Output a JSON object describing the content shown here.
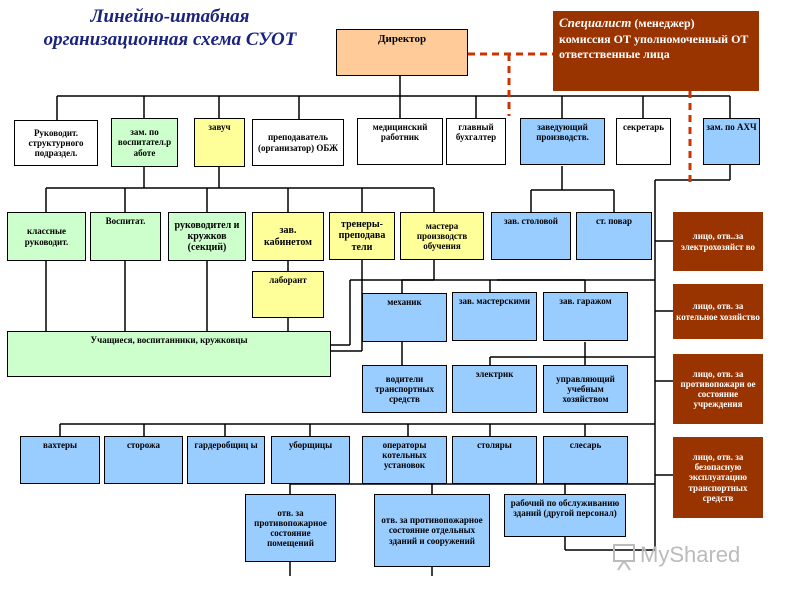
{
  "title": "Линейно-штабная организационная схема СУОТ",
  "specialist": {
    "head": "Специалист",
    "head_rest": " (менеджер)",
    "lines": "комиссия ОТ уполномоченный ОТ ответственные лица"
  },
  "director": "Директор",
  "row1": {
    "structural_head": "Руководит. структурного подраздел.",
    "deputy_education": "зам. по воспитател.р аботе",
    "head_teacher": "завуч",
    "obzh_teacher": "преподаватель (организатор) ОБЖ",
    "medical": "медицинский работник",
    "accountant": "главный бухгалтер",
    "production_head": "заведующий производств.",
    "secretary": "секретарь",
    "deputy_ahch": "зам. по АХЧ"
  },
  "row2": {
    "class_teachers": "классные руководит.",
    "educators": "Воспитат.",
    "club_leaders": "руководител и кружков (секций)",
    "cabinet_head": "зав. кабинетом",
    "coaches": "тренеры-преподава тели",
    "masters": "мастера производств обучения",
    "canteen_head": "зав. столовой",
    "senior_cook": "ст. повар"
  },
  "lab": "лаборант",
  "students": "Учащиеся, воспитанники, кружковцы",
  "row_mech": {
    "mechanic": "механик",
    "workshop_head": "зав. мастерскими",
    "garage_head": "зав. гаражом"
  },
  "row_drivers": {
    "drivers": "водители транспортных средств",
    "electrician": "электрик",
    "facility_manager": "управляющий учебным хозяйством"
  },
  "row_staff": {
    "watchmen": "вахтеры",
    "guards": "сторожа",
    "cloakroom": "гардеробщиц ы",
    "cleaners": "уборщицы",
    "boiler_operators": "операторы котельных установок",
    "carpenters": "столяры",
    "locksmith": "слесарь"
  },
  "row_bottom": {
    "fire_rooms": "отв. за противопожарное состояние помещений",
    "fire_buildings": "отв. за противопожарное состояние отдельных зданий и сооружений",
    "maintenance_worker": "рабочий по обслуживанию зданий (другой персонал)"
  },
  "responsible": {
    "electrical": "лицо, отв..за электрохозяйст во",
    "boiler": "лицо, отв. за котельное хозяйство",
    "fire_state": "лицо, отв. за противопожарн ое состояние учреждения",
    "transport": "лицо, отв. за безопасную эксплуатацию транспортных средств"
  },
  "watermark": "MyShared",
  "colors": {
    "green": "#ccffcc",
    "yellow": "#ffff99",
    "blue": "#99ccff",
    "orange": "#ffcc99",
    "brown": "#993300",
    "dashed_link": "#cc3300",
    "title": "#1a237e"
  }
}
